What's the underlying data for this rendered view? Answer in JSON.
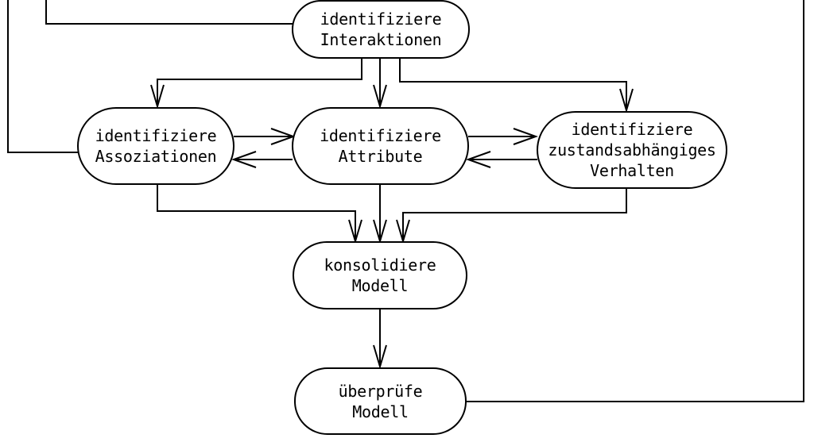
{
  "colors": {
    "background": "#ffffff",
    "line": "#000000",
    "text": "#000000"
  },
  "diagram": {
    "nodes": [
      {
        "id": "identifiziere-interaktionen",
        "lines": [
          "identifiziere",
          "Interaktionen"
        ]
      },
      {
        "id": "identifiziere-assoziationen",
        "lines": [
          "identifiziere",
          "Assoziationen"
        ]
      },
      {
        "id": "identifiziere-attribute",
        "lines": [
          "identifiziere",
          "Attribute"
        ]
      },
      {
        "id": "identifiziere-zustandsabhaengiges-verhalten",
        "lines": [
          "identifiziere",
          "zustandsabhängiges",
          "Verhalten"
        ]
      },
      {
        "id": "konsolidiere-modell",
        "lines": [
          "konsolidiere",
          "Modell"
        ]
      },
      {
        "id": "ueberpruefe-modell",
        "lines": [
          "überprüfe",
          "Modell"
        ]
      }
    ],
    "edges": [
      {
        "from": "offscreen-top-left",
        "to": "identifiziere-assoziationen"
      },
      {
        "from": "offscreen-top-left",
        "to": "identifiziere-interaktionen"
      },
      {
        "from": "ueberpruefe-modell",
        "to": "offscreen-top-right"
      },
      {
        "from": "identifiziere-interaktionen",
        "to": "identifiziere-assoziationen"
      },
      {
        "from": "identifiziere-interaktionen",
        "to": "identifiziere-attribute"
      },
      {
        "from": "identifiziere-interaktionen",
        "to": "identifiziere-zustandsabhaengiges-verhalten"
      },
      {
        "from": "identifiziere-assoziationen",
        "to": "identifiziere-attribute"
      },
      {
        "from": "identifiziere-attribute",
        "to": "identifiziere-assoziationen"
      },
      {
        "from": "identifiziere-attribute",
        "to": "identifiziere-zustandsabhaengiges-verhalten"
      },
      {
        "from": "identifiziere-zustandsabhaengiges-verhalten",
        "to": "identifiziere-attribute"
      },
      {
        "from": "identifiziere-assoziationen",
        "to": "konsolidiere-modell"
      },
      {
        "from": "identifiziere-attribute",
        "to": "konsolidiere-modell"
      },
      {
        "from": "identifiziere-zustandsabhaengiges-verhalten",
        "to": "konsolidiere-modell"
      },
      {
        "from": "konsolidiere-modell",
        "to": "ueberpruefe-modell"
      }
    ]
  }
}
